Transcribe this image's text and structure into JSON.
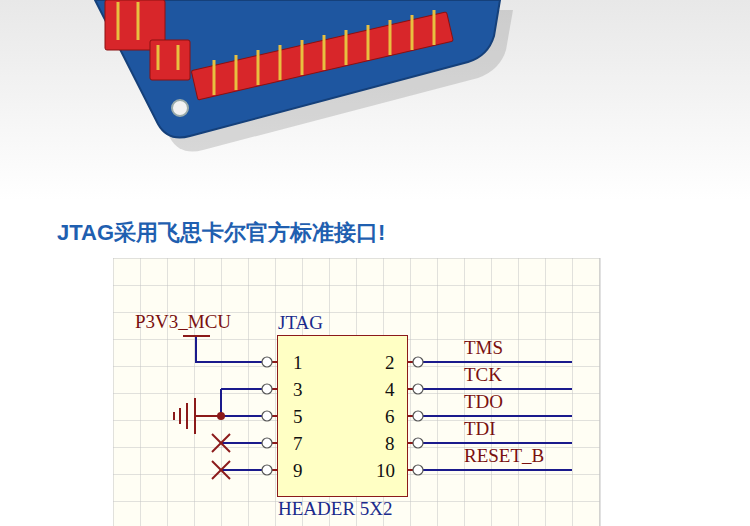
{
  "diagram": {
    "title": "JTAG采用飞思卡尔官方标准接口!",
    "nodes": [
      {
        "text": [
          "JTAG",
          "1",
          "2",
          "3",
          "4",
          "5",
          "6",
          "7",
          "8",
          "9",
          "10",
          "HEADER 5X2"
        ]
      }
    ],
    "labels": [
      "P3V3_MCU",
      "TMS",
      "TCK",
      "TDO",
      "TDI",
      "RESET_B"
    ]
  }
}
